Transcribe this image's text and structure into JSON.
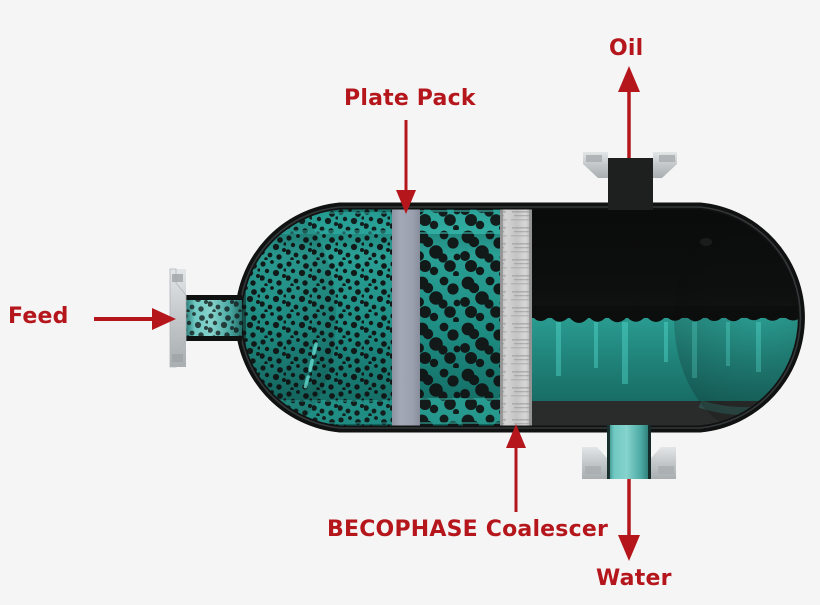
{
  "diagram": {
    "title": "BECOPHASE Coalescer oil-water separator vessel cutaway",
    "background_color": "#f5f5f5",
    "label_color": "#b5161c",
    "arrow_color": "#b5161c"
  },
  "labels": {
    "feed": "Feed",
    "plate_pack": "Plate Pack",
    "coalescer": "BECOPHASE Coalescer",
    "oil": "Oil",
    "water": "Water"
  },
  "vessel": {
    "shell_color": "#141616",
    "emulsion_color": "#1f8b81",
    "droplet_color": "#141414",
    "oil_layer_color": "#0c0d0d",
    "water_layer_color": "#1d7d75",
    "plate_pack_color": "#9aa0ae",
    "coalescer_color": "#c2c2c2",
    "bottom_band_color": "#2a2c2b"
  },
  "nozzles": {
    "feed": {
      "name": "feed-inlet-nozzle",
      "color": "#4fb9b2",
      "flange_color": "#c9cdd0"
    },
    "oil": {
      "name": "oil-outlet-nozzle",
      "color": "#232525",
      "flange_color": "#d2d5d6"
    },
    "water": {
      "name": "water-outlet-nozzle",
      "color": "#5cb8b2",
      "flange_color": "#d2d5d6"
    }
  },
  "zones": [
    {
      "name": "dispersion-zone",
      "description": "fine dispersed oil droplets in water"
    },
    {
      "name": "plate-pack-zone",
      "description": "corrugated plate pack"
    },
    {
      "name": "coalesced-droplet-zone",
      "description": "enlarged coalesced droplets"
    },
    {
      "name": "coalescer-element-zone",
      "description": "BECOPHASE coalescer media"
    },
    {
      "name": "separation-zone",
      "description": "gravity separation, oil above water"
    }
  ]
}
